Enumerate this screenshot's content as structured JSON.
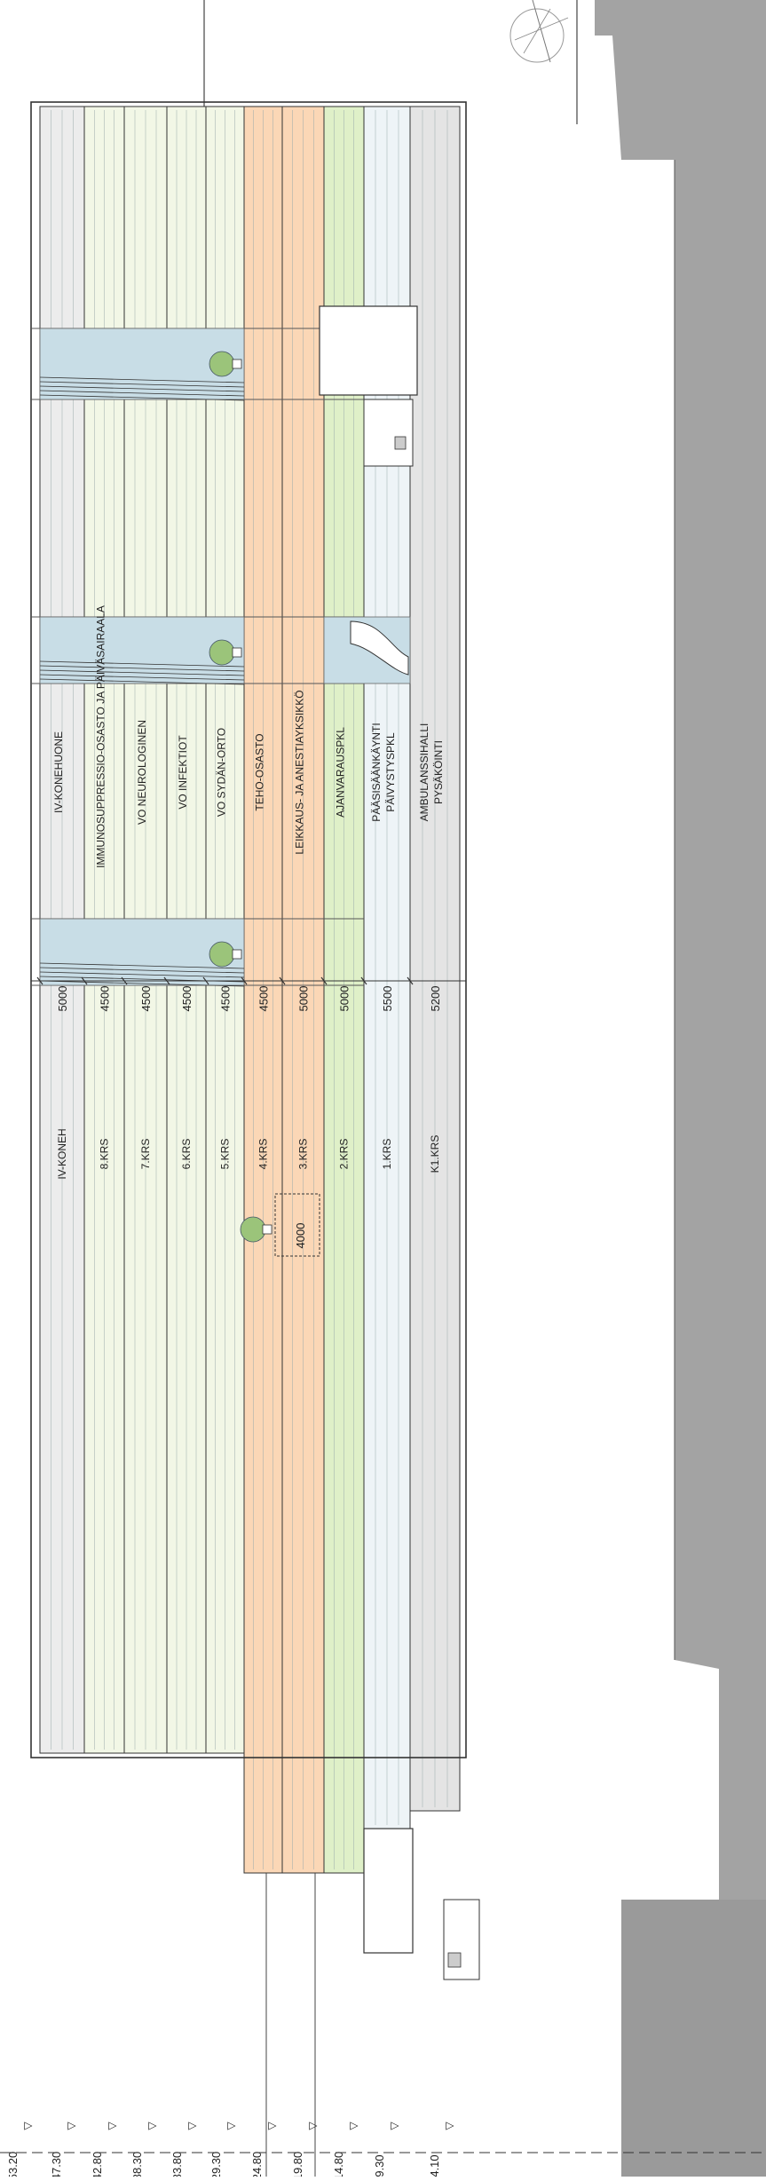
{
  "section": {
    "levels": [
      {
        "value": "53.20",
        "unit": "▽"
      },
      {
        "value": "47.30",
        "unit": "▽"
      },
      {
        "value": "42.80",
        "unit": "▽"
      },
      {
        "value": "38.30",
        "unit": "▽"
      },
      {
        "value": "33.80",
        "unit": "▽"
      },
      {
        "value": "29.30",
        "unit": "▽"
      },
      {
        "value": "24.80",
        "unit": "▽"
      },
      {
        "value": "19.80",
        "unit": "▽"
      },
      {
        "value": "14.80",
        "unit": "▽"
      },
      {
        "value": "9.30",
        "unit": "▽"
      },
      {
        "value": "4.10",
        "unit": "▽"
      }
    ],
    "floors": [
      {
        "id": "ivkone",
        "floor_label": "IV-KONEH",
        "height": "5000",
        "function": "IV-KONEHUONE",
        "color": "#ececec"
      },
      {
        "id": "k8",
        "floor_label": "8.KRS",
        "height": "4500",
        "function": "IMMUNOSUPPRESSIO-OSASTO JA PÄIVÄSAIRAALA",
        "color": "#f2f7e6"
      },
      {
        "id": "k7",
        "floor_label": "7.KRS",
        "height": "4500",
        "function": "VO NEUROLOGINEN",
        "color": "#f2f7e6"
      },
      {
        "id": "k6",
        "floor_label": "6.KRS",
        "height": "4500",
        "function": "VO INFEKTIOT",
        "color": "#f2f7e6"
      },
      {
        "id": "k5",
        "floor_label": "5.KRS",
        "height": "4500",
        "function": "VO SYDÄN-ORTO",
        "color": "#f2f7e6"
      },
      {
        "id": "k4",
        "floor_label": "4.KRS",
        "height": "4500",
        "function": "TEHO-OSASTO",
        "color": "#fbd7b6"
      },
      {
        "id": "k3",
        "floor_label": "3.KRS",
        "height": "5000",
        "function": "LEIKKAUS- JA ANESTIAYKSIKKÖ",
        "color": "#fbd7b6"
      },
      {
        "id": "k2",
        "floor_label": "2.KRS",
        "height": "5000",
        "function": "AJANVARAUSPKL",
        "color": "#dff0c8"
      },
      {
        "id": "k1",
        "floor_label": "1.KRS",
        "height": "5500",
        "function": "PÄÄSISÄÄNKÄYNTI\nPÄIVYSTYSPKL",
        "color": "#eef4f7"
      },
      {
        "id": "k1k",
        "floor_label": "K1.KRS",
        "height": "5200",
        "function": "AMBULANSSIHALLI\nPYSÄKÖINTI",
        "color": "#e4e4e4"
      }
    ],
    "canopy_dim": "4000",
    "colors": {
      "atrium": "#c8dde6",
      "ground": "#9a9a9a",
      "line": "#333333"
    }
  }
}
